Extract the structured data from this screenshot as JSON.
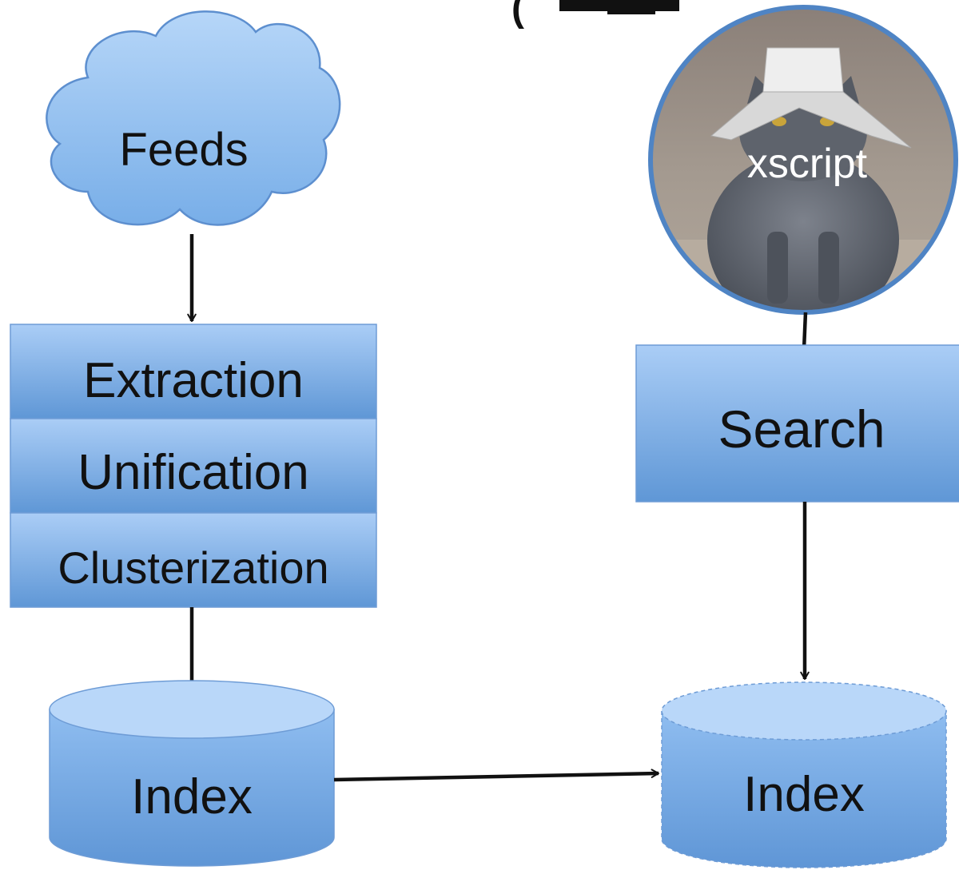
{
  "title_fragment": "(",
  "colors": {
    "box_light": "#aacdf6",
    "box_dark": "#5f97d6",
    "box_border": "#6e9cd6",
    "cloud_fill": "#8dbff0",
    "cloud_border": "#5d8fcf",
    "arrow": "#111111",
    "ring": "#4f84c4"
  },
  "nodes": {
    "feeds": "Feeds",
    "extraction": "Extraction",
    "unification": "Unification",
    "clusterization": "Clusterization",
    "index_left": "Index",
    "xscript": "xscript",
    "search": "Search",
    "index_right": "Index"
  },
  "icons": {
    "feeds_shape": "cloud-icon",
    "index_shape": "database-cylinder-icon",
    "xscript_shape": "cat-photo-circle-icon"
  }
}
